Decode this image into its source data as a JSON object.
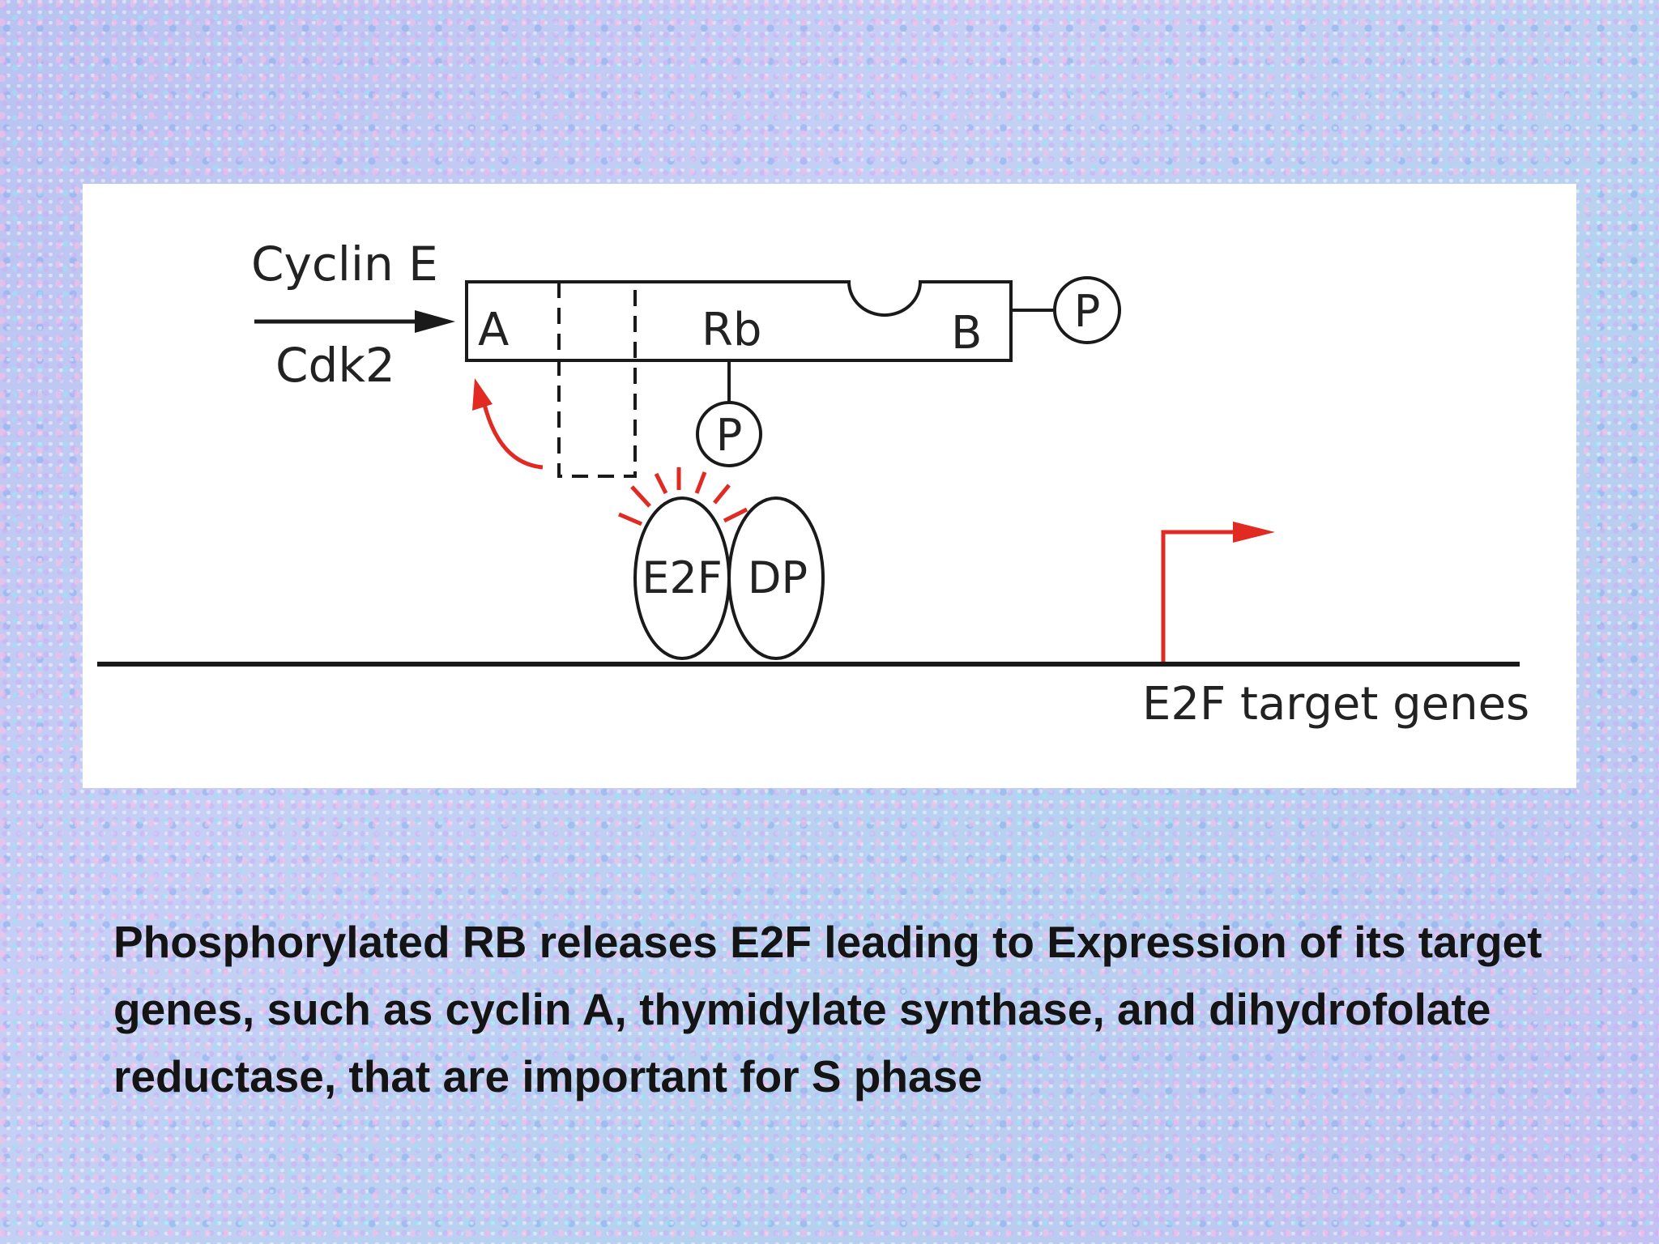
{
  "diagram": {
    "labels": {
      "cyclin_e": "Cyclin E",
      "cdk2": "Cdk2",
      "domain_a": "A",
      "rb": "Rb",
      "domain_b": "B",
      "phosphate_right": "P",
      "phosphate_below": "P",
      "e2f": "E2F",
      "dp": "DP",
      "target_genes": "E2F target genes"
    },
    "colors": {
      "line": "#1a1a1a",
      "release_arrow": "#e02a22",
      "transcription_arrow": "#e02a22"
    }
  },
  "caption": {
    "text": "Phosphorylated RB releases E2F leading to Expression of its target genes, such as cyclin A, thymidylate synthase, and dihydrofolate reductase, that are important for S phase"
  }
}
